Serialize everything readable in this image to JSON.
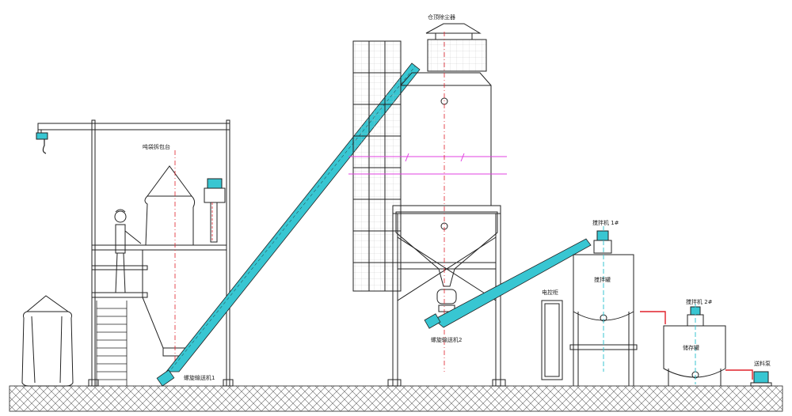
{
  "labels": {
    "bag_station": "吨袋拆包台",
    "silo_dust_collector": "仓顶除尘器",
    "screw_conveyor_1": "螺旋输送机1",
    "screw_conveyor_2": "螺旋输送机2",
    "control_cabinet": "电控柜",
    "mixer_1": "搅拌机 1#",
    "mixing_tank": "搅拌罐",
    "mixer_2": "搅拌机 2#",
    "storage_tank": "储存罐",
    "feed_pump": "送料泵"
  },
  "colors": {
    "line": "#222222",
    "conveyor": "#38c6d2",
    "center_line": "#e0202a",
    "magenta": "#e040e0",
    "ground_hatch": "#555555"
  }
}
